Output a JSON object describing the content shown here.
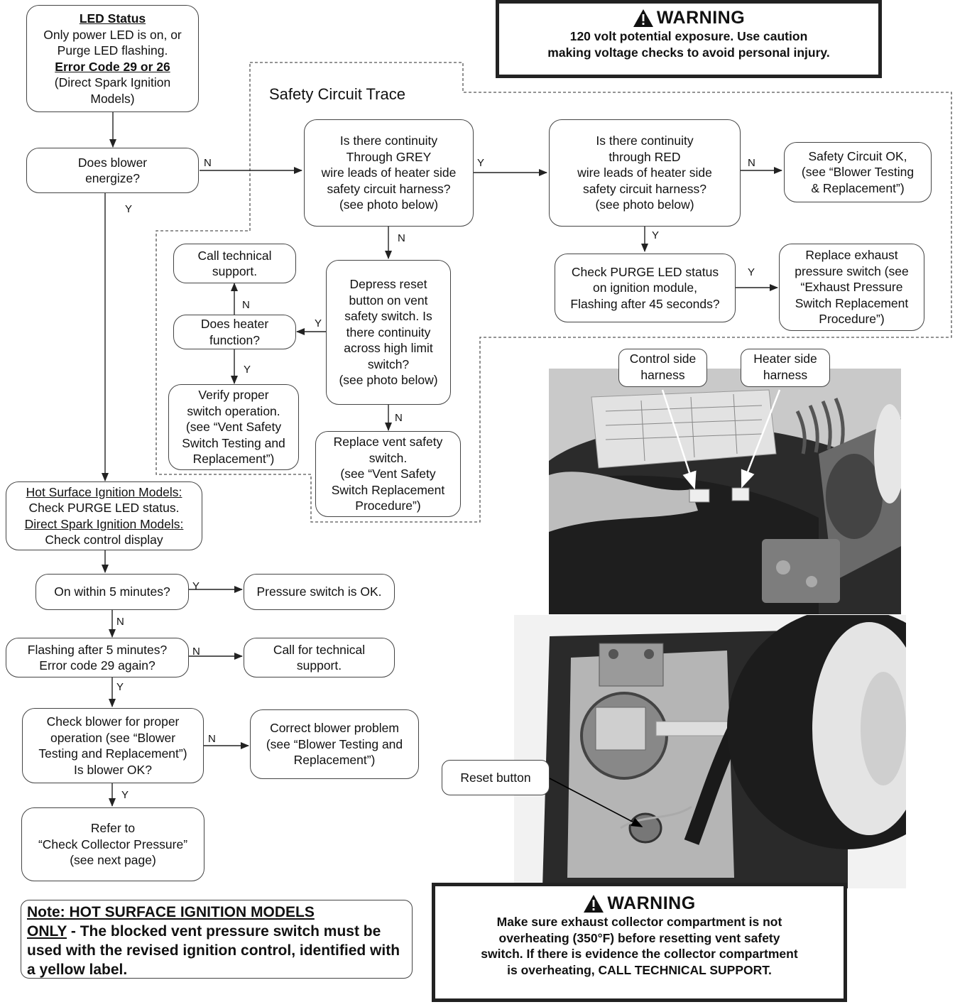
{
  "warning_top": {
    "title": "WARNING",
    "lines": [
      "120 volt potential exposure. Use caution",
      "making voltage checks to avoid personal injury."
    ]
  },
  "safety_circuit_title": "Safety Circuit Trace",
  "boxes": {
    "led_status": {
      "heading": "LED Status",
      "line1": "Only power LED is on, or",
      "line2": "Purge LED flashing.",
      "code": "Error Code 29 or 26",
      "line3": "(Direct Spark Ignition",
      "line4": "Models)"
    },
    "blower_energize": [
      "Does blower",
      "energize?"
    ],
    "grey_continuity": [
      "Is there continuity",
      "Through GREY",
      "wire leads of heater side",
      "safety circuit harness?",
      "(see photo below)"
    ],
    "red_continuity": [
      "Is there continuity",
      "through RED",
      "wire leads of heater side",
      "safety circuit harness?",
      "(see photo below)"
    ],
    "safety_ok": [
      "Safety Circuit OK,",
      "(see “Blower Testing",
      "& Replacement”)"
    ],
    "purge_led": [
      "Check PURGE LED status",
      "on ignition module,",
      "Flashing after 45 seconds?"
    ],
    "replace_exhaust": [
      "Replace exhaust",
      "pressure switch (see",
      "“Exhaust Pressure",
      "Switch Replacement",
      "Procedure”)"
    ],
    "call_support_1": [
      "Call technical",
      "support."
    ],
    "heater_function": [
      "Does heater",
      "function?"
    ],
    "depress_reset": [
      "Depress reset",
      "button on vent",
      "safety switch. Is",
      "there continuity",
      "across high limit",
      "switch?",
      "(see photo below)"
    ],
    "verify_switch": [
      "Verify proper",
      "switch operation.",
      "(see “Vent Safety",
      "Switch Testing and",
      "Replacement”)"
    ],
    "replace_vent": [
      "Replace vent safety",
      "switch.",
      "(see “Vent Safety",
      "Switch Replacement",
      "Procedure”)"
    ],
    "hot_surface": {
      "line1": "Hot Surface Ignition Models:",
      "line2": "Check PURGE LED status.",
      "line3": "Direct Spark Ignition Models:",
      "line4": "Check control display"
    },
    "on_within": [
      "On within 5 minutes?"
    ],
    "pressure_ok": [
      "Pressure switch is OK."
    ],
    "flashing_after": [
      "Flashing after 5 minutes?",
      "Error code 29 again?"
    ],
    "call_support_2": [
      "Call for technical",
      "support."
    ],
    "check_blower": [
      "Check blower for proper",
      "operation (see “Blower",
      "Testing and Replacement”)",
      "Is blower OK?"
    ],
    "correct_blower": [
      "Correct blower problem",
      "(see “Blower Testing and",
      "Replacement”)"
    ],
    "refer_collector": [
      "Refer to",
      "“Check Collector Pressure”",
      "(see next page)"
    ]
  },
  "branch_labels": {
    "n": "N",
    "y": "Y"
  },
  "photo_callouts": {
    "control_side": [
      "Control side",
      "harness"
    ],
    "heater_side": [
      "Heater side",
      "harness"
    ],
    "reset_button": "Reset button"
  },
  "note": {
    "prefix": "Note: HOT SURFACE IGNITION MODELS",
    "only": "ONLY",
    "rest": " - The blocked vent pressure switch must be used with the revised ignition control, identified with a yellow label."
  },
  "warning_bottom": {
    "title": "WARNING",
    "lines": [
      "Make sure exhaust collector compartment is not",
      "overheating (350°F) before resetting vent safety",
      "switch. If there is evidence the collector compartment",
      "is overheating, CALL TECHNICAL SUPPORT."
    ]
  },
  "colors": {
    "line": "#222222",
    "dashed": "#555555",
    "photo_dark": "#3a3a3a",
    "photo_light": "#d8d8d8"
  }
}
